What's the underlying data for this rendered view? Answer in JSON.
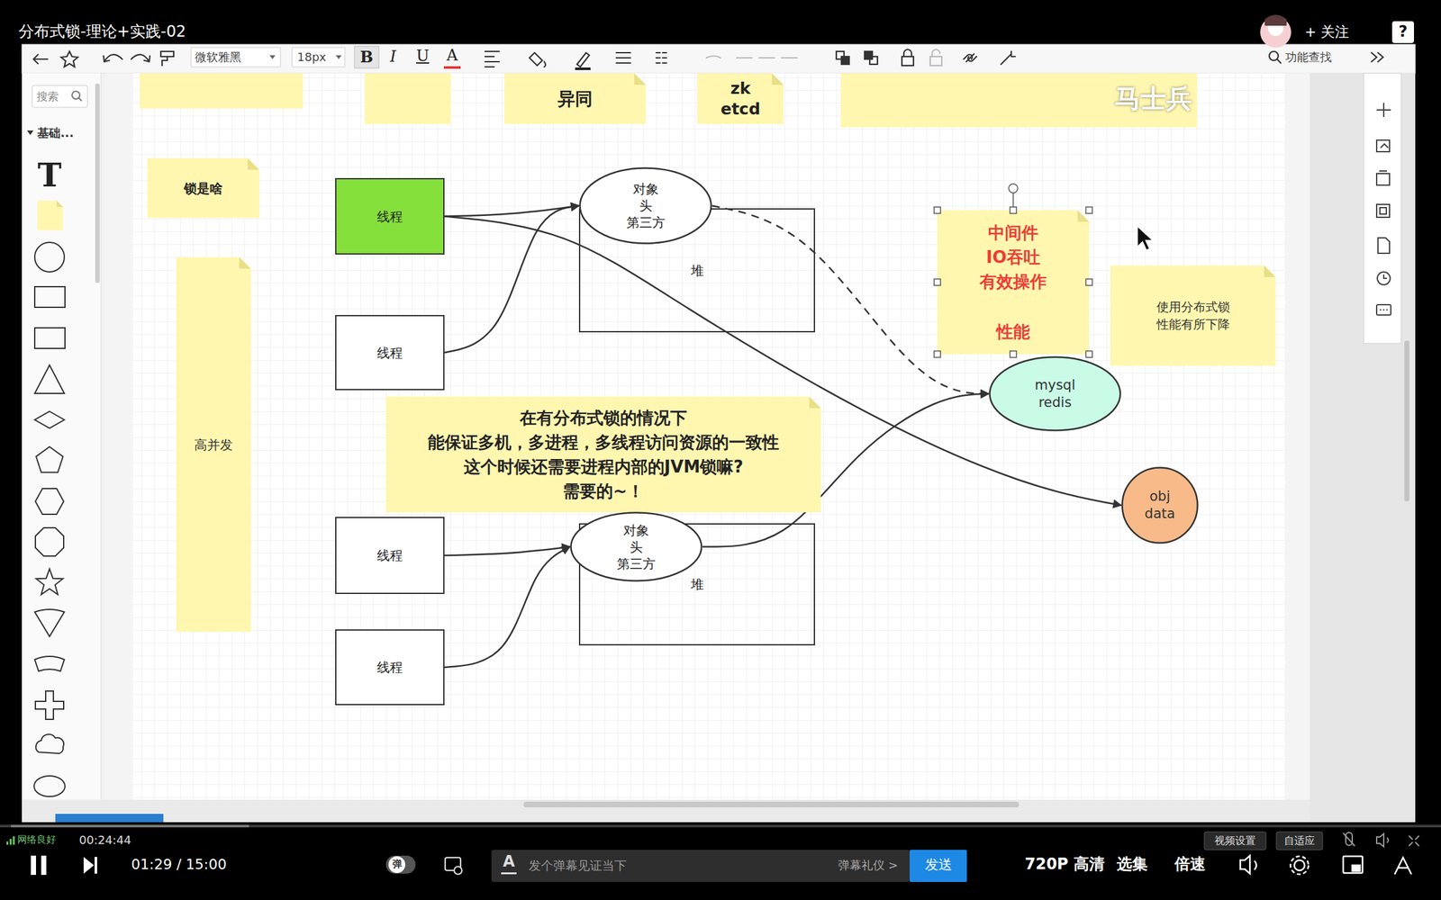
{
  "diagram": {
    "title": "分布式锁-理论+实践-02",
    "nodes": [
      {
        "text": [
          "异同"
        ]
      },
      {
        "text": [
          "zk etcd"
        ]
      },
      {
        "text": [
          "锁是啥"
        ]
      },
      {
        "text": [
          "线程"
        ]
      },
      {
        "text": [
          "对象 头 第三方"
        ]
      },
      {
        "text": [
          "堆"
        ]
      },
      {
        "text": [
          "中间件 IO吞吐 有效操作",
          "性能"
        ]
      },
      {
        "text": [
          "使用分布式锁 性能有所下降"
        ]
      },
      {
        "text": [
          "线程"
        ]
      },
      {
        "text": [
          "mysql redis"
        ]
      },
      {
        "text": [
          "高并发"
        ]
      },
      {
        "text": [
          "在有分布式锁的情况下 能保证多机，多进程，多线程访问资源的一致性 这个时候还需要进程内部的JVM锁嘛? 需要的~！"
        ]
      },
      {
        "text": [
          "obj data"
        ]
      },
      {
        "text": [
          "线程"
        ]
      },
      {
        "text": [
          "对象 头 第三方"
        ]
      },
      {
        "text": [
          "堆"
        ]
      },
      {
        "text": [
          "线程"
        ]
      }
    ],
    "edges": [
      {
        "from": 3,
        "to": 4,
        "arrow": "to"
      },
      {
        "from": 3,
        "to": 12,
        "arrow": "to"
      },
      {
        "from": 8,
        "to": 4,
        "arrow": "to"
      },
      {
        "from": 4,
        "to": 9,
        "arrow": "to"
      },
      {
        "from": 13,
        "to": 14,
        "arrow": "to"
      },
      {
        "from": 16,
        "to": 14,
        "arrow": "to"
      },
      {
        "from": 14,
        "to": 9,
        "arrow": "to"
      }
    ],
    "labels": [
      "+ 关注",
      "?",
      "微软雅黑",
      "18px",
      "B",
      "I",
      "U",
      "A",
      "功能查找",
      "马士兵",
      "搜索",
      "基础...",
      "T",
      "网络良好",
      "00:24:44",
      "01:29 / 15:00",
      "弹",
      "A",
      "发个弹幕见证当下",
      "弹幕礼仪 >",
      "发送",
      "720P 高清",
      "选集",
      "倍速",
      "视频设置",
      "自适应"
    ]
  }
}
